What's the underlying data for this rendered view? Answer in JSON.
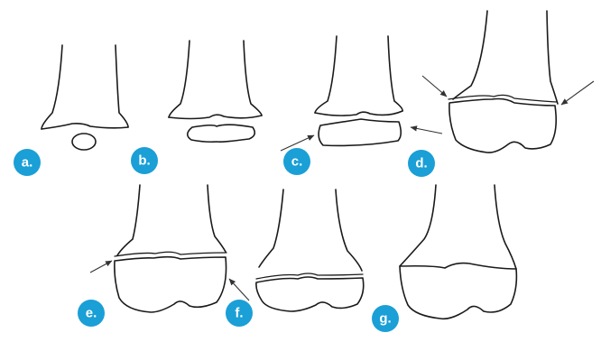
{
  "colors": {
    "badge": "#1a9fd6",
    "badge_text": "#ffffff",
    "line": "#1a1a1a"
  },
  "stages": [
    {
      "label": "a."
    },
    {
      "label": "b."
    },
    {
      "label": "c."
    },
    {
      "label": "d."
    },
    {
      "label": "e."
    },
    {
      "label": "f."
    },
    {
      "label": "g."
    }
  ]
}
